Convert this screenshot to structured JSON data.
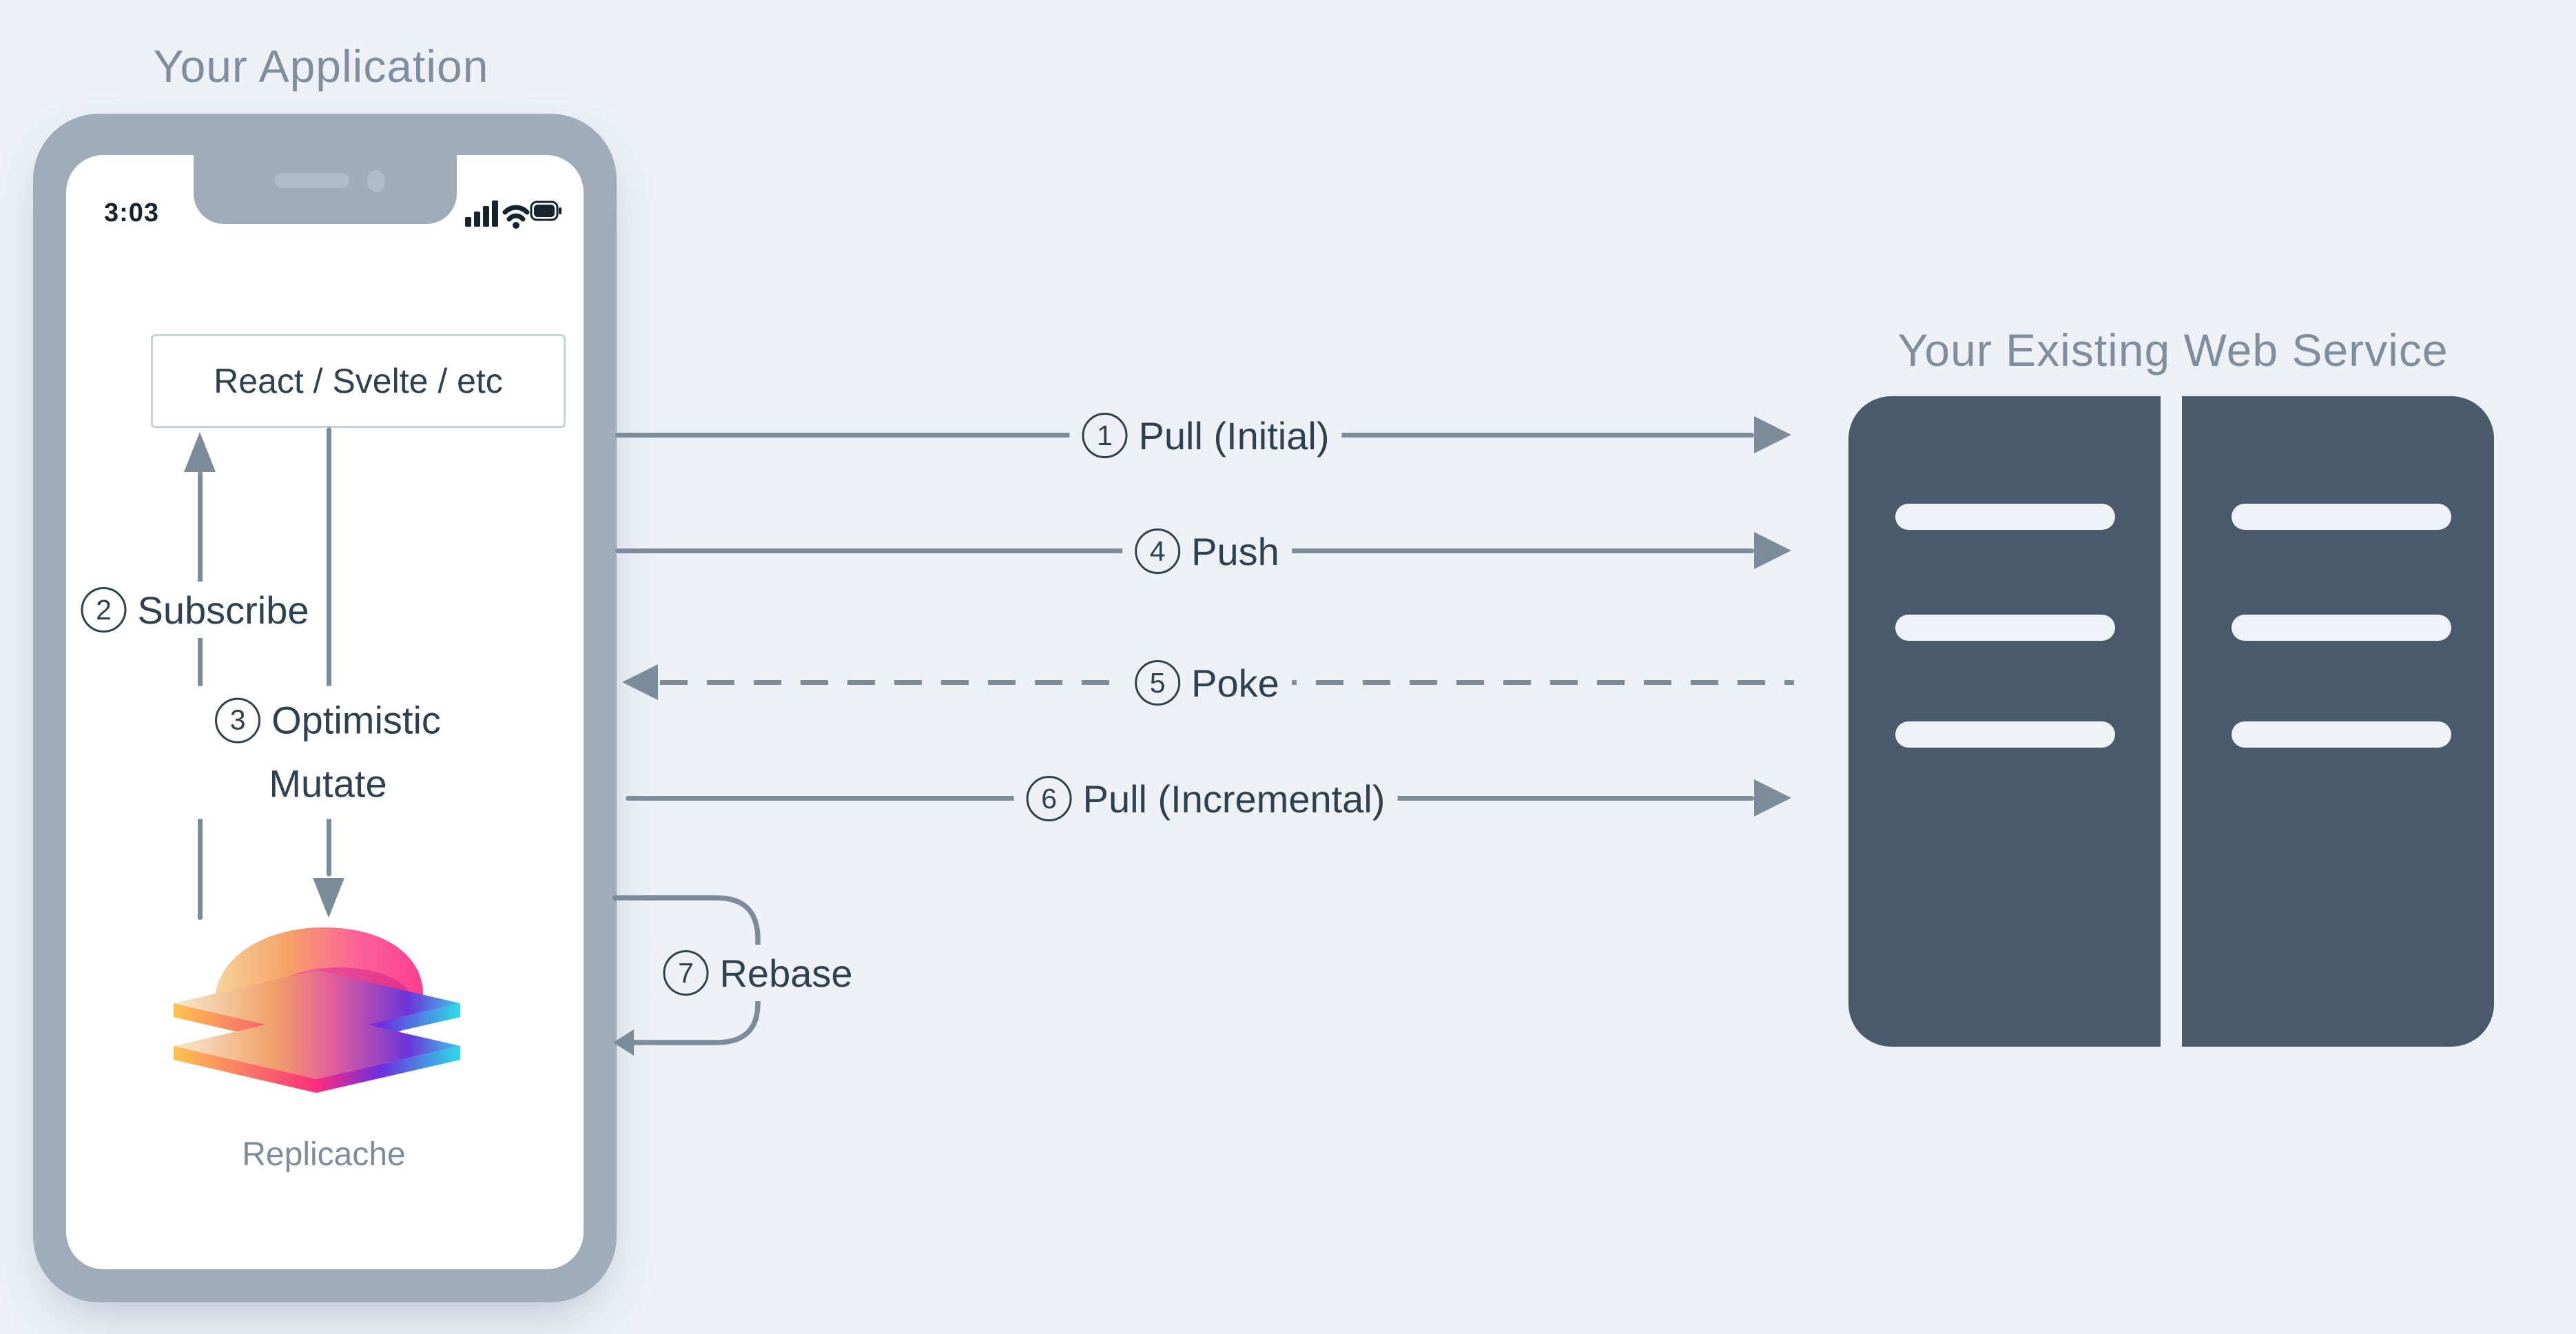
{
  "colors": {
    "background": "#edf1f6",
    "phone_bezel": "#9fadbb",
    "screen": "#ffffff",
    "dark_text": "#2e4150",
    "muted_title": "#7e8e9f",
    "line_gray": "#7b8b9a",
    "server_fill": "#485a6b",
    "framework_box_border": "#c7d2dc",
    "logo_gradient": [
      "#f6c479",
      "#fc4f95",
      "#6c35da",
      "#2adbe6"
    ]
  },
  "left_panel": {
    "title": "Your Application",
    "phone": {
      "time": "3:03",
      "framework_box_label": "React / Svelte / etc",
      "logo_caption": "Replicache"
    }
  },
  "right_panel": {
    "title": "Your Existing Web Service"
  },
  "flows": [
    {
      "num": "1",
      "label": "Pull (Initial)",
      "line": "solid",
      "direction": "app-to-server"
    },
    {
      "num": "2",
      "label": "Subscribe",
      "line": "solid",
      "direction": "replicache-to-ui"
    },
    {
      "num": "3",
      "label": "Optimistic Mutate",
      "line": "solid",
      "direction": "ui-to-replicache"
    },
    {
      "num": "4",
      "label": "Push",
      "line": "solid",
      "direction": "app-to-server"
    },
    {
      "num": "5",
      "label": "Poke",
      "line": "dashed",
      "direction": "server-to-app"
    },
    {
      "num": "6",
      "label": "Pull (Incremental)",
      "line": "solid",
      "direction": "app-to-server"
    },
    {
      "num": "7",
      "label": "Rebase",
      "line": "loop",
      "direction": "app-loopback"
    }
  ]
}
